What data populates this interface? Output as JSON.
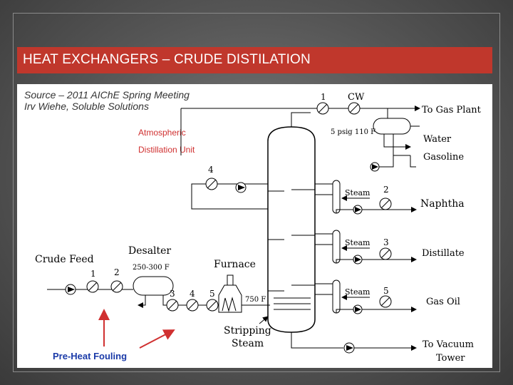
{
  "slide": {
    "title": "HEAT EXCHANGERS – CRUDE DISTILATION"
  },
  "diagram": {
    "source_line1": "Source – 2011 AIChE Spring Meeting",
    "source_line2": "Irv Wiehe, Soluble Solutions",
    "unit_line1": "Atmospheric",
    "unit_line2": "Distillation Unit",
    "crude_feed": "Crude Feed",
    "desalter": "Desalter",
    "desalter_temp": "250-300 F",
    "furnace": "Furnace",
    "furnace_temp": "750 F",
    "stripping_steam_1": "Stripping",
    "stripping_steam_2": "Steam",
    "preheat_fouling": "Pre-Heat Fouling",
    "cw": "CW",
    "condenser_cond": "5 psig 110 F",
    "products": {
      "gas_plant": "To Gas Plant",
      "water": "Water",
      "gasoline": "Gasoline",
      "naphtha": "Naphtha",
      "distillate": "Distillate",
      "gas_oil": "Gas Oil",
      "vacuum_1": "To Vacuum",
      "vacuum_2": "Tower"
    },
    "steam_label": "Steam",
    "exchanger_numbers": {
      "top": "1",
      "reflux": "4",
      "naphtha": "2",
      "distillate": "3",
      "gas_oil": "5",
      "feed_1": "1",
      "feed_2": "2",
      "feed_3": "3",
      "feed_4": "4",
      "feed_5": "5"
    },
    "colors": {
      "title_bg": "#c0372c",
      "accent_red": "#d03030",
      "source_text": "#333333",
      "fouling_text": "#1a3aa8"
    }
  }
}
